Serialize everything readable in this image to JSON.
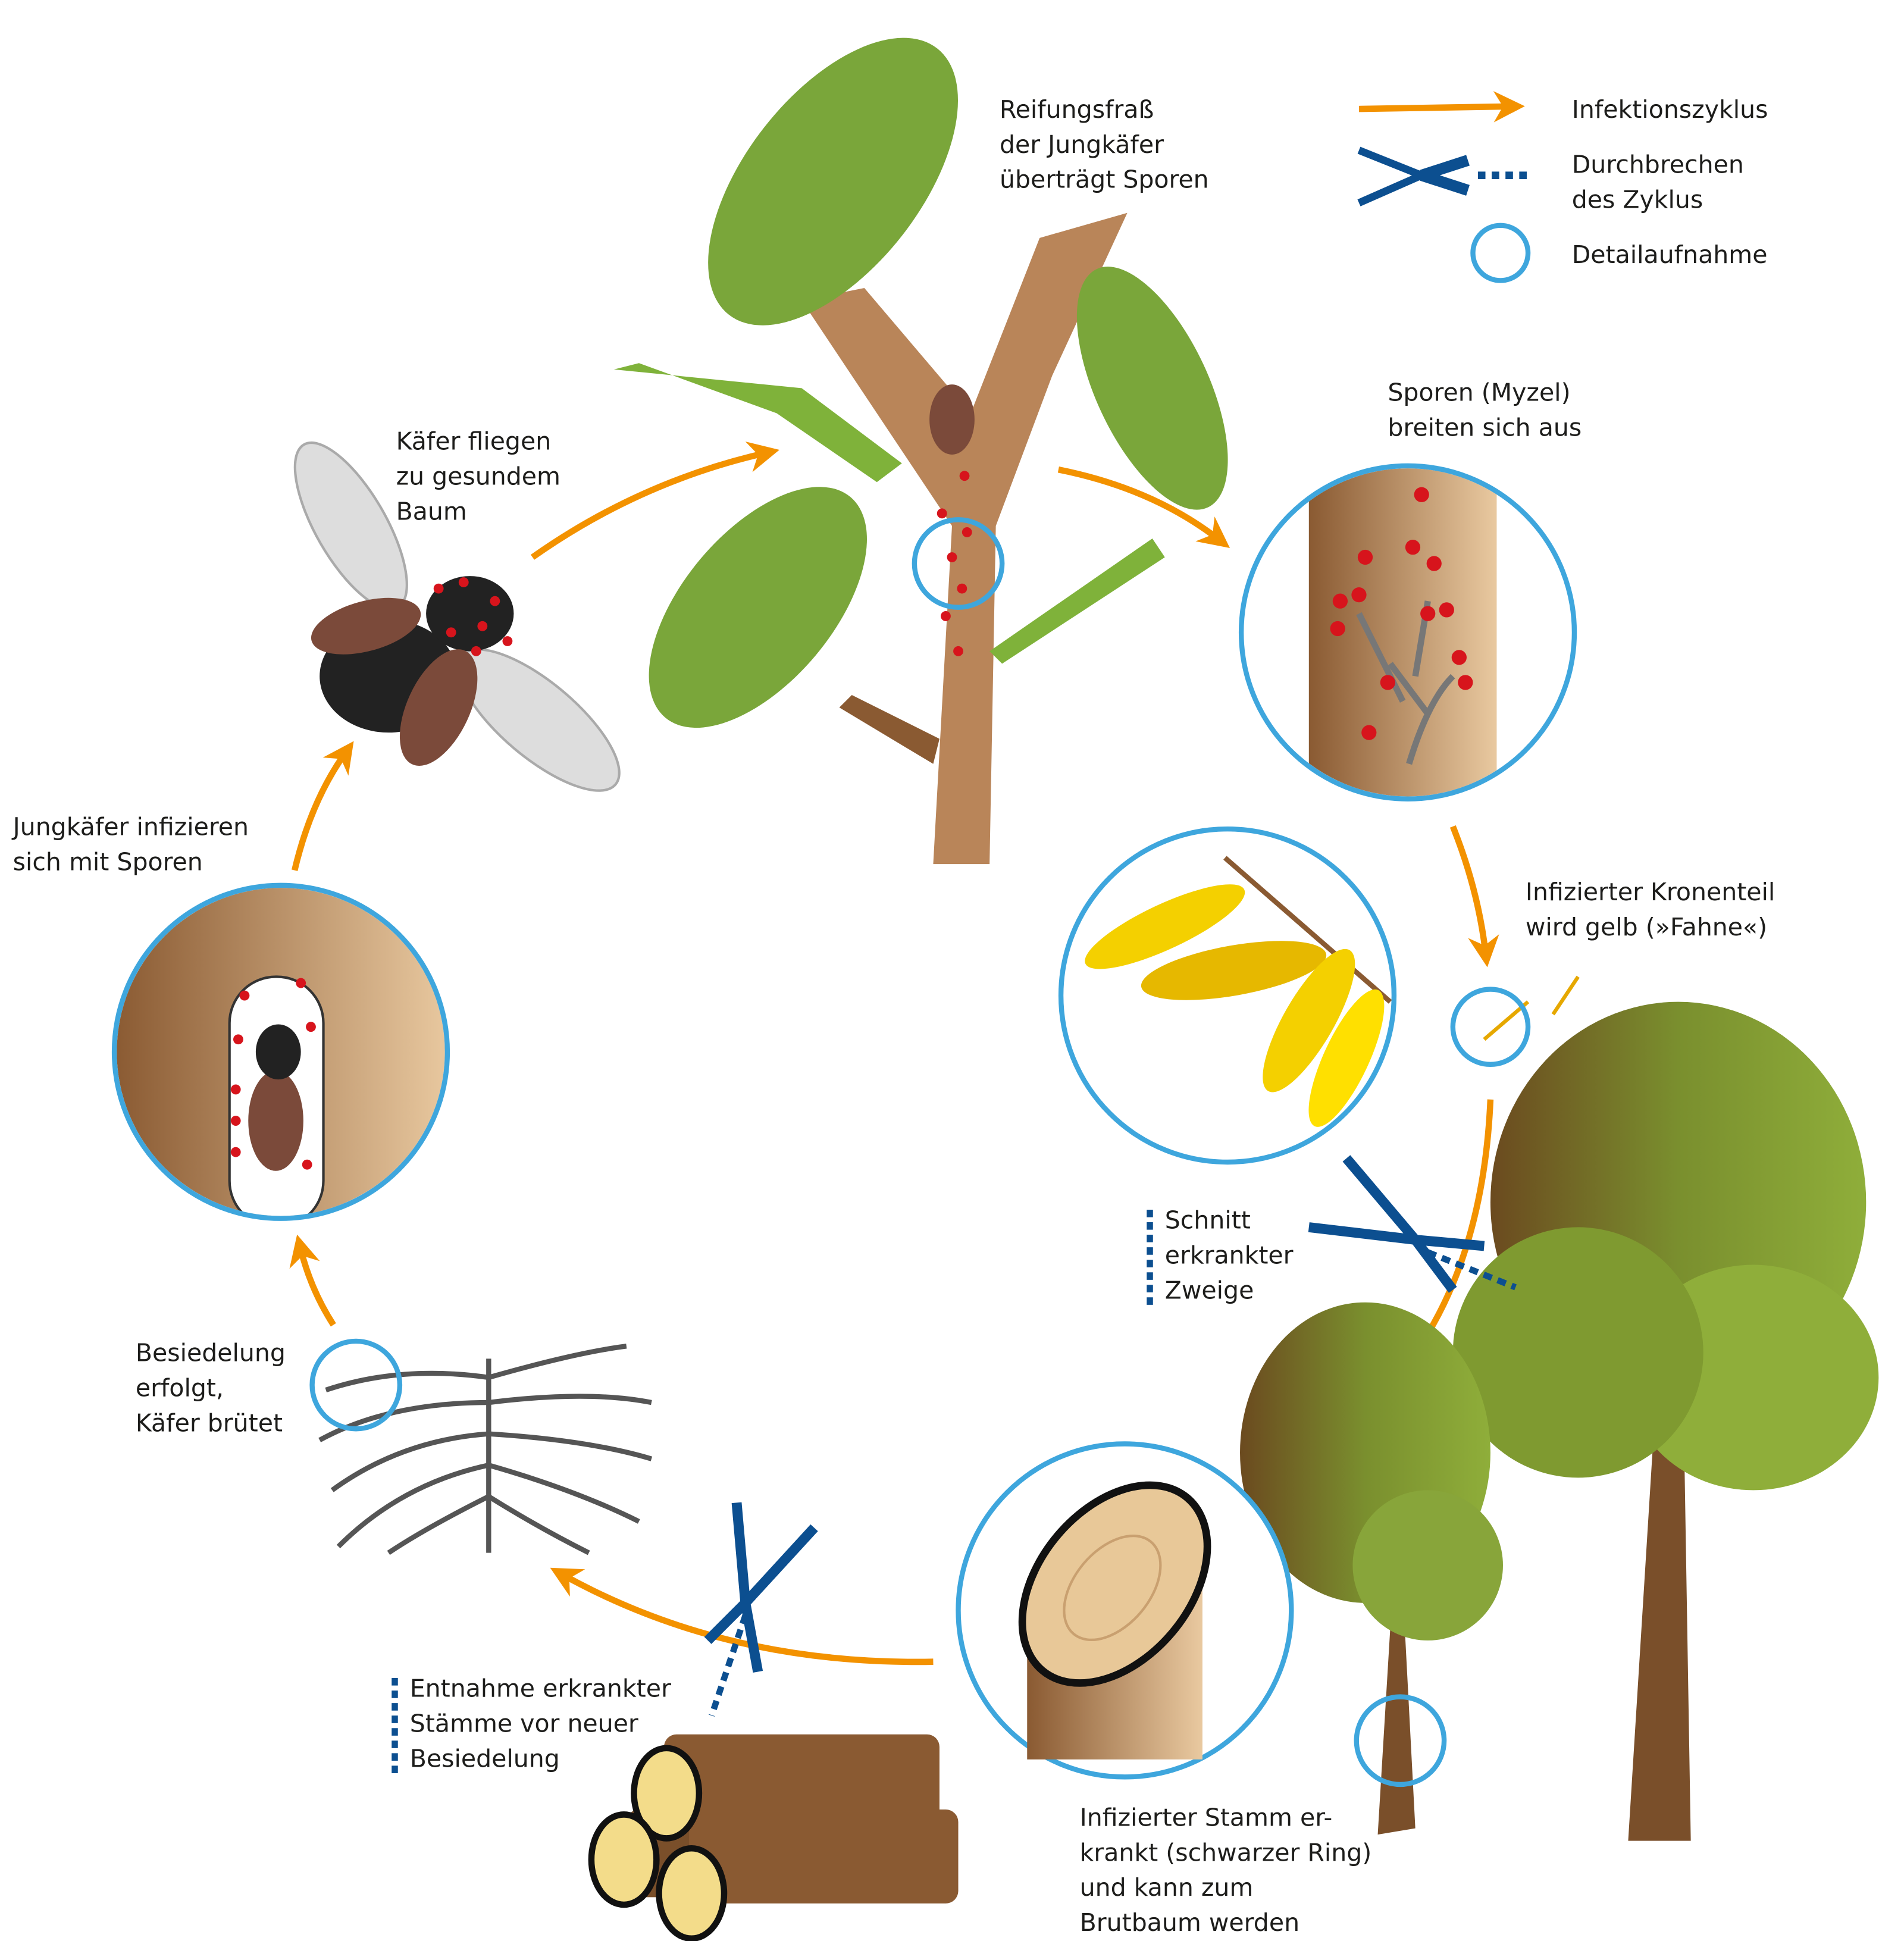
{
  "colors": {
    "cycle_arrow": "#f39200",
    "detail_circle": "#3ea6dd",
    "scissors": "#0c4f90",
    "spore": "#d7141c",
    "bark": "#b07a50",
    "leaf": "#7aa63a",
    "yellow_leaf": "#f4d000"
  },
  "legend": {
    "infection_cycle": "Infektionszyklus",
    "break_cycle_line1": "Durchbrechen",
    "break_cycle_line2": "des Zyklus",
    "detail_view": "Detailaufnahme"
  },
  "labels": {
    "maturation_feeding": [
      "Reifungsfraß",
      "der Jungkäfer",
      "überträgt Sporen"
    ],
    "spores_spread": [
      "Sporen (Myzel)",
      "breiten sich aus"
    ],
    "beetles_fly": [
      "Käfer fliegen",
      "zu gesundem",
      "Baum"
    ],
    "young_beetles_infected": [
      "Jungkäfer infizieren",
      "sich mit Sporen"
    ],
    "crown_yellow": [
      "Infizierter Kronenteil",
      "wird gelb (»Fahne«)"
    ],
    "cut_branches": [
      "Schnitt",
      "erkrankter",
      "Zweige"
    ],
    "colonisation": [
      "Besiedelung",
      "erfolgt,",
      "Käfer brütet"
    ],
    "remove_trunks": [
      "Entnahme erkrankter",
      "Stämme vor neuer",
      "Besiedelung"
    ],
    "trunk_infected": [
      "Infizierter Stamm er-",
      "krankt (schwarzer Ring)",
      "und kann zum",
      "Brutbaum werden"
    ]
  }
}
